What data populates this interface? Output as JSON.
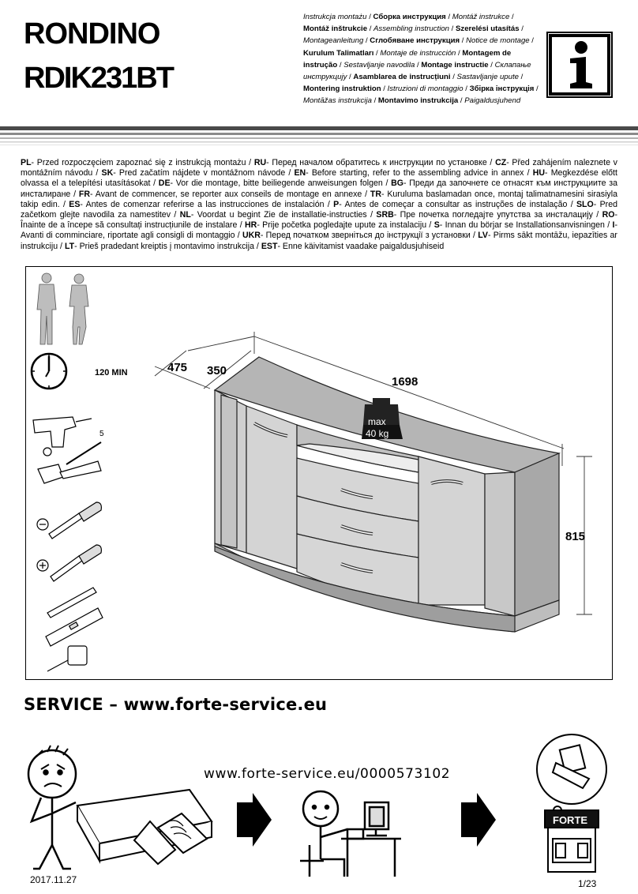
{
  "header": {
    "title_line1": "RONDINO",
    "title_line2": "RDIK231BT"
  },
  "languages": [
    {
      "text": "Instrukcja montażu",
      "style": "i"
    },
    {
      "text": "Сборка инструкция",
      "style": "b"
    },
    {
      "text": "Montáž instrukce",
      "style": "i"
    },
    {
      "text": "Montáž inštrukcie",
      "style": "b"
    },
    {
      "text": "Assembling instruction",
      "style": "i"
    },
    {
      "text": "Szerelési utasítás",
      "style": "b"
    },
    {
      "text": "Montageanleitung",
      "style": "i"
    },
    {
      "text": "Сглобяване инструкция",
      "style": "b"
    },
    {
      "text": "Notice de montage",
      "style": "i"
    },
    {
      "text": "Kurulum Talimatları",
      "style": "b"
    },
    {
      "text": "Montaje de instrucción",
      "style": "i"
    },
    {
      "text": "Montagem de instrução",
      "style": "b"
    },
    {
      "text": "Sestavljanje navodila",
      "style": "i"
    },
    {
      "text": "Montage instructie",
      "style": "b"
    },
    {
      "text": "Склапање инструкцију",
      "style": "i"
    },
    {
      "text": "Asamblarea de instrucțiuni",
      "style": "b"
    },
    {
      "text": "Sastavljanje upute",
      "style": "i"
    },
    {
      "text": "Montering instruktion",
      "style": "b"
    },
    {
      "text": "Istruzioni di montaggio",
      "style": "i"
    },
    {
      "text": "Збірка інструкція",
      "style": "b"
    },
    {
      "text": "Montāžas instrukcija",
      "style": "i"
    },
    {
      "text": "Montavimo instrukcija",
      "style": "b"
    },
    {
      "text": "Paigaldusjuhend",
      "style": "i"
    }
  ],
  "intro": [
    {
      "code": "PL",
      "text": "Przed rozpoczęciem zapoznać się z instrukcją montażu"
    },
    {
      "code": "RU",
      "text": "Перед началом обратитесь к инструкции по установке"
    },
    {
      "code": "CZ",
      "text": "Před zahájením naleznete v montážním návodu"
    },
    {
      "code": "SK",
      "text": "Pred začatím nájdete v montážnom návode"
    },
    {
      "code": "EN",
      "text": "Before starting, refer to the assembling advice in annex"
    },
    {
      "code": "HU",
      "text": "Megkezdése előtt olvassa el a telepítési utasításokat"
    },
    {
      "code": "DE",
      "text": "Vor die montage, bitte beiliegende anweisungen folgen"
    },
    {
      "code": "BG",
      "text": "Преди да започнете се отнасят към инструкциите за инсталиране"
    },
    {
      "code": "FR",
      "text": "Avant de commencer, se reporter aux conseils de montage en annexe"
    },
    {
      "code": "TR",
      "text": "Kuruluma baslamadan once, montaj talimatnamesini sirasiyla takip edin."
    },
    {
      "code": "ES",
      "text": "Antes de comenzar referirse a las instrucciones de instalación"
    },
    {
      "code": "P",
      "text": "Antes de começar a consultar as instruções de instalação"
    },
    {
      "code": "SLO",
      "text": "Pred začetkom glejte navodila za namestitev"
    },
    {
      "code": "NL",
      "text": "Voordat u begint Zie de installatie-instructies"
    },
    {
      "code": "SRB",
      "text": "Пре почетка погледајте упутства за инсталацију"
    },
    {
      "code": "RO",
      "text": "Înainte de a începe să consultați instrucțiunile de instalare"
    },
    {
      "code": "HR",
      "text": "Prije početka pogledajte upute za instalaciju"
    },
    {
      "code": "S",
      "text": "Innan du börjar se Installationsanvisningen"
    },
    {
      "code": "I",
      "text": "Avanti di comminciare, riportate agli consigli di montaggio"
    },
    {
      "code": "UKR",
      "text": "Перед початком зверніться до інструкції з установки"
    },
    {
      "code": "LV",
      "text": "Pirms sākt montāžu, iepazīties ar instrukciju"
    },
    {
      "code": "LT",
      "text": "Prieš pradedant kreiptis į montavimo instrukcija"
    },
    {
      "code": "EST",
      "text": "Enne käivitamist vaadake paigaldusjuhiseid"
    }
  ],
  "diagram": {
    "assembly_time": "120 MIN",
    "dim_depth_total": "475",
    "dim_depth_top": "350",
    "dim_width": "1698",
    "dim_height": "815",
    "load_label_line1": "max",
    "load_label_line2": "40 kg",
    "screw_size": "5"
  },
  "service": {
    "heading": "SERVICE – www.forte-service.eu",
    "url": "www.forte-service.eu/0000573102",
    "brand_label": "FORTE"
  },
  "footer": {
    "date": "2017.11.27",
    "page": "1/23"
  }
}
